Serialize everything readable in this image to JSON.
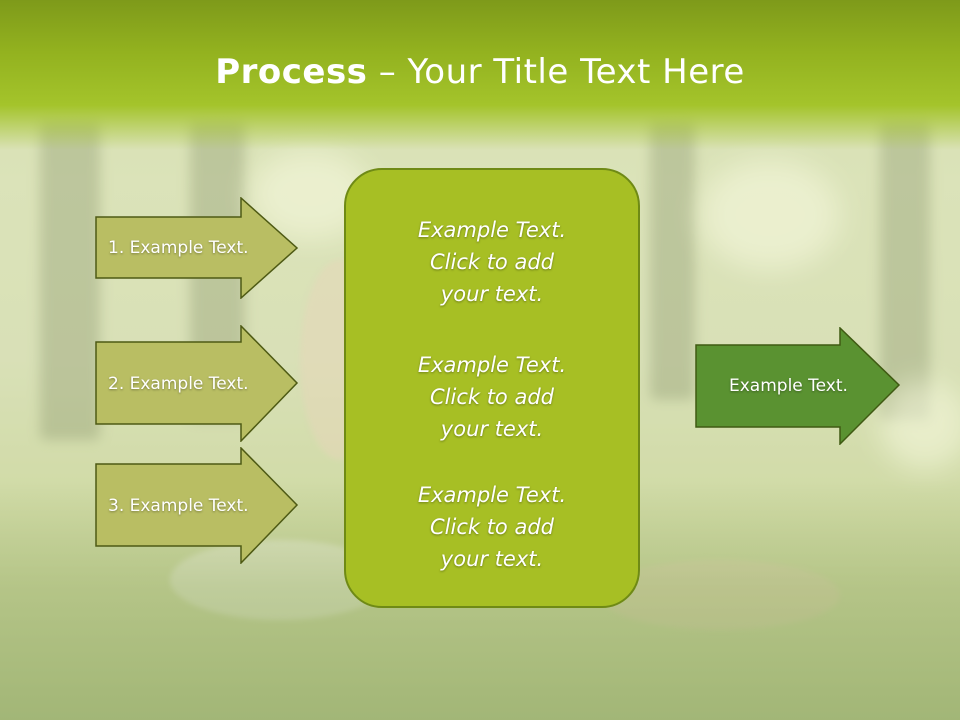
{
  "slide": {
    "title_bold": "Process",
    "title_rest": " – Your Title Text Here",
    "left_items": [
      "1. Example Text.",
      "2. Example Text.",
      "3. Example Text."
    ],
    "center_blocks": [
      [
        "Example Text.",
        "Click  to add",
        "your text."
      ],
      [
        "Example Text.",
        "Click  to add",
        "your text."
      ],
      [
        "Example Text.",
        "Click  to add",
        "your text."
      ]
    ],
    "right_item": "Example Text."
  },
  "colors": {
    "title_bar": "#93b21f",
    "left_arrow_fill": "#b9be63",
    "center_box_fill": "#a7bf24",
    "right_arrow_fill": "#5a9231",
    "outline": "#4e5a14"
  }
}
